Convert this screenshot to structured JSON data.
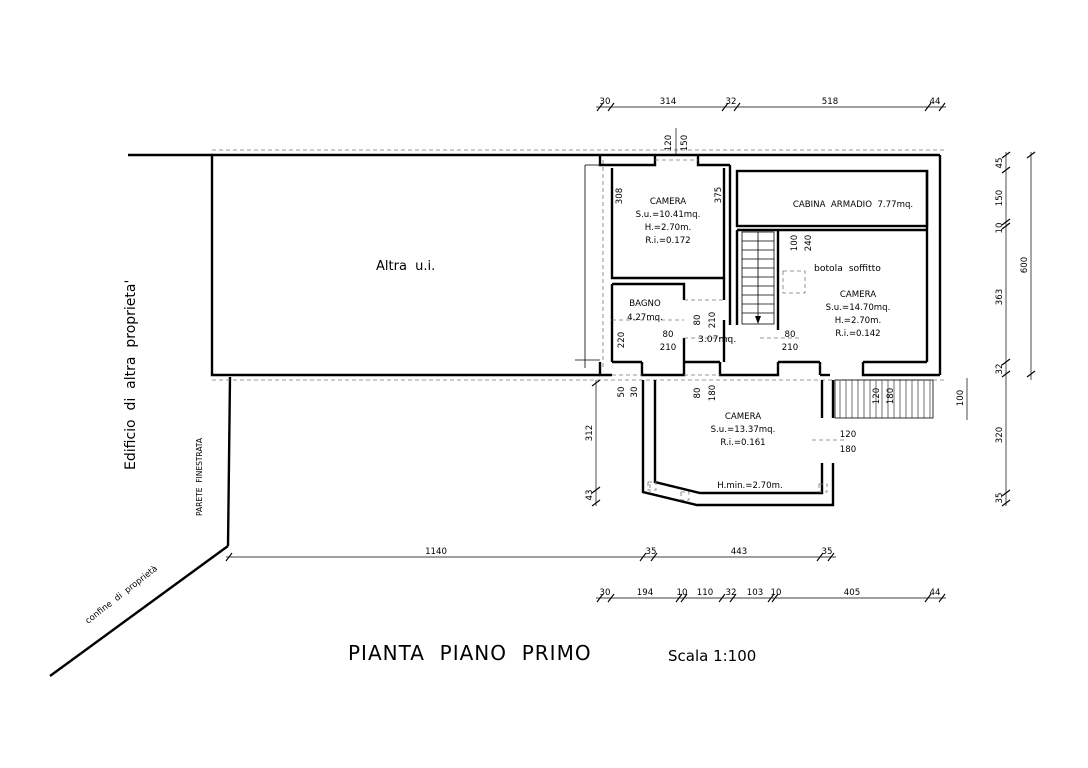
{
  "title": "PIANTA  PIANO  PRIMO",
  "scale": "Scala 1:100",
  "labels": {
    "altra_ui": "Altra  u.i.",
    "edificio": "Edificio  di  altra  proprieta'",
    "parete": "PARETE  FINESTRATA",
    "confine": "confine  di  proprietà",
    "botola": "botola  soffitto",
    "corridor_area": "3.07mq."
  },
  "rooms": {
    "camera1": {
      "name": "CAMERA",
      "su": "S.u.=10.41mq.",
      "h": "H.=2.70m.",
      "ri": "R.i.=0.172"
    },
    "bagno": {
      "name": "BAGNO",
      "su": "4.27mq."
    },
    "cabina": {
      "name": "CABINA  ARMADIO  7.77mq."
    },
    "camera2": {
      "name": "CAMERA",
      "su": "S.u.=14.70mq.",
      "h": "H.=2.70m.",
      "ri": "R.i.=0.142"
    },
    "camera3": {
      "name": "CAMERA",
      "su": "S.u.=13.37mq.",
      "ri": "R.i.=0.161",
      "hmin": "H.min.=2.70m."
    }
  },
  "dims": {
    "top": [
      "30",
      "314",
      "32",
      "518",
      "44"
    ],
    "bottom_main": [
      "1140",
      "35",
      "443",
      "35"
    ],
    "bottom": [
      "30",
      "194",
      "10",
      "110",
      "32",
      "103",
      "10",
      "405",
      "44"
    ],
    "right_upper": [
      "45",
      "150",
      "10",
      "363",
      "32"
    ],
    "right_total": "600",
    "right_lower": [
      "100",
      "320",
      "35"
    ],
    "left_lower": [
      "312",
      "43"
    ],
    "win_top": [
      "120",
      "150"
    ],
    "camera1_h": "308",
    "camera1_inner": "375",
    "stair": [
      "100",
      "240"
    ],
    "bagno_door": [
      "80",
      "210"
    ],
    "corr": [
      "80",
      "210"
    ],
    "door_bagno_v": "220",
    "door_c2": [
      "80",
      "210"
    ],
    "lower_door": [
      "50",
      "30",
      "80",
      "180"
    ],
    "balcony": [
      "120",
      "180"
    ],
    "camera3_win": [
      "120",
      "180"
    ]
  }
}
